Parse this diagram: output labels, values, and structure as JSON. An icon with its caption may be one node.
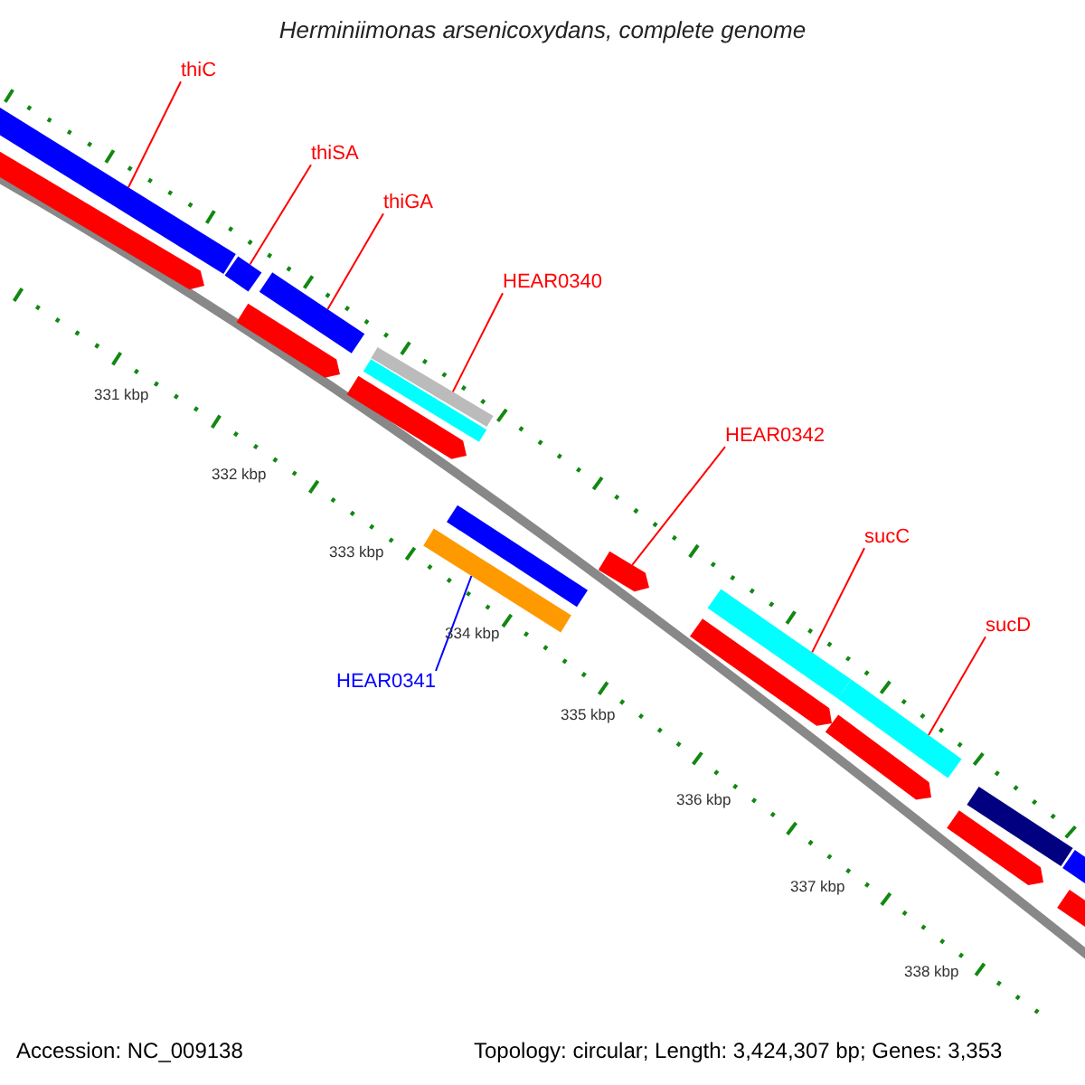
{
  "diagram": {
    "title": "Herminiimonas arsenicoxydans, complete genome",
    "nodes": [
      {
        "text": [
          "thiC"
        ]
      },
      {
        "text": [],
        "shape": "bar"
      },
      {
        "text": [
          "thiSA"
        ]
      },
      {
        "text": [],
        "shape": "bar"
      },
      {
        "text": [
          "thiGA"
        ]
      },
      {
        "text": [],
        "shape": "bar"
      },
      {
        "text": [
          "HEAR0340"
        ]
      },
      {
        "text": [],
        "shape": "bar"
      },
      {
        "text": [
          "HEAR0342"
        ]
      },
      {
        "text": [],
        "shape": "bar"
      },
      {
        "text": [
          "sucC"
        ]
      },
      {
        "text": [],
        "shape": "bar"
      },
      {
        "text": [
          "sucD"
        ]
      },
      {
        "text": [],
        "shape": "bar"
      },
      {
        "text": [
          "HEAR0341"
        ]
      },
      {
        "text": [],
        "shape": "bar"
      },
      {
        "text": [],
        "shape": "bar"
      },
      {
        "text": [],
        "shape": "bar"
      },
      {
        "text": [],
        "shape": "bar"
      },
      {
        "text": [],
        "shape": "bar"
      },
      {
        "text": [],
        "shape": "bar"
      },
      {
        "text": [],
        "shape": "bar"
      },
      {
        "text": [],
        "shape": "bar"
      },
      {
        "text": [],
        "shape": "bar"
      },
      {
        "text": [],
        "shape": "bar"
      },
      {
        "text": [],
        "shape": "bar"
      },
      {
        "text": [],
        "shape": "bar"
      }
    ],
    "edges": [
      {
        "from": 0,
        "to": 1,
        "arrow": "none"
      },
      {
        "from": 2,
        "to": 3,
        "arrow": "none"
      },
      {
        "from": 4,
        "to": 5,
        "arrow": "none"
      },
      {
        "from": 6,
        "to": 7,
        "arrow": "none"
      },
      {
        "from": 8,
        "to": 9,
        "arrow": "none"
      },
      {
        "from": 10,
        "to": 11,
        "arrow": "none"
      },
      {
        "from": 12,
        "to": 13,
        "arrow": "none"
      },
      {
        "from": 14,
        "to": 15,
        "arrow": "none",
        "color": "#0000ff"
      }
    ],
    "labels": [
      "331 kbp",
      "332 kbp",
      "333 kbp",
      "334 kbp",
      "335 kbp",
      "336 kbp",
      "337 kbp",
      "338 kbp",
      "Accession: NC_009138",
      "Topology: circular; Length: 3,424,307 bp; Genes: 3,353"
    ]
  }
}
